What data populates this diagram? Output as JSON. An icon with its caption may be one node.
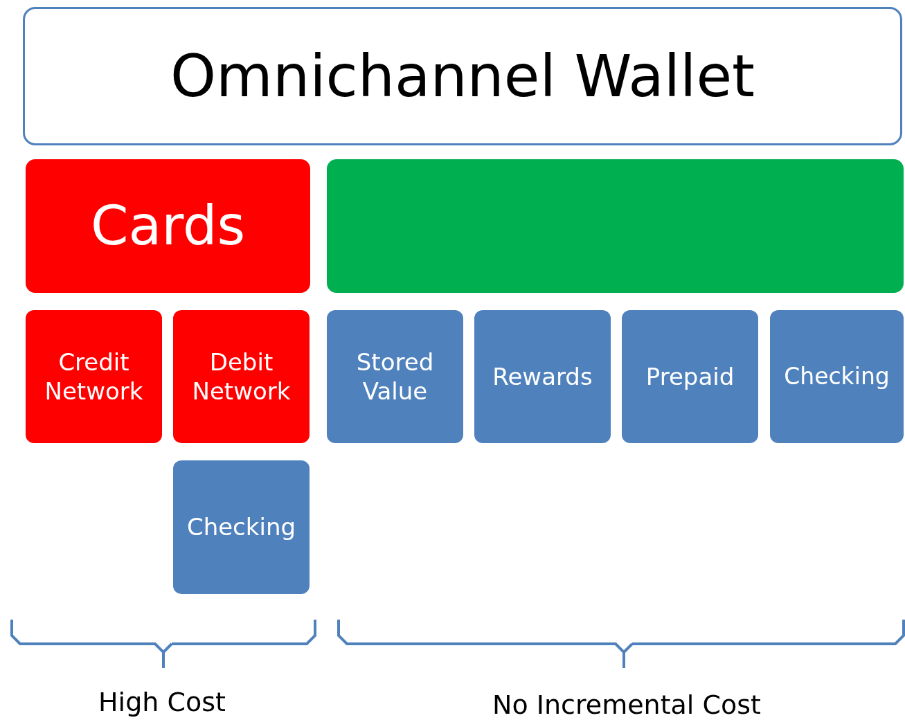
{
  "diagram": {
    "nodes": [
      {
        "text": [
          "Omnichannel Wallet"
        ]
      },
      {
        "text": [
          "Cards"
        ]
      },
      {
        "text": [],
        "shape": "box"
      },
      {
        "text": [
          "Credit Network"
        ]
      },
      {
        "text": [
          "Debit Network"
        ]
      },
      {
        "text": [
          "Stored Value"
        ]
      },
      {
        "text": [
          "Rewards"
        ]
      },
      {
        "text": [
          "Prepaid"
        ]
      },
      {
        "text": [
          "Checking"
        ]
      },
      {
        "text": [
          "Checking"
        ]
      }
    ],
    "labels": [
      "High Cost",
      "No Incremental Cost"
    ]
  }
}
